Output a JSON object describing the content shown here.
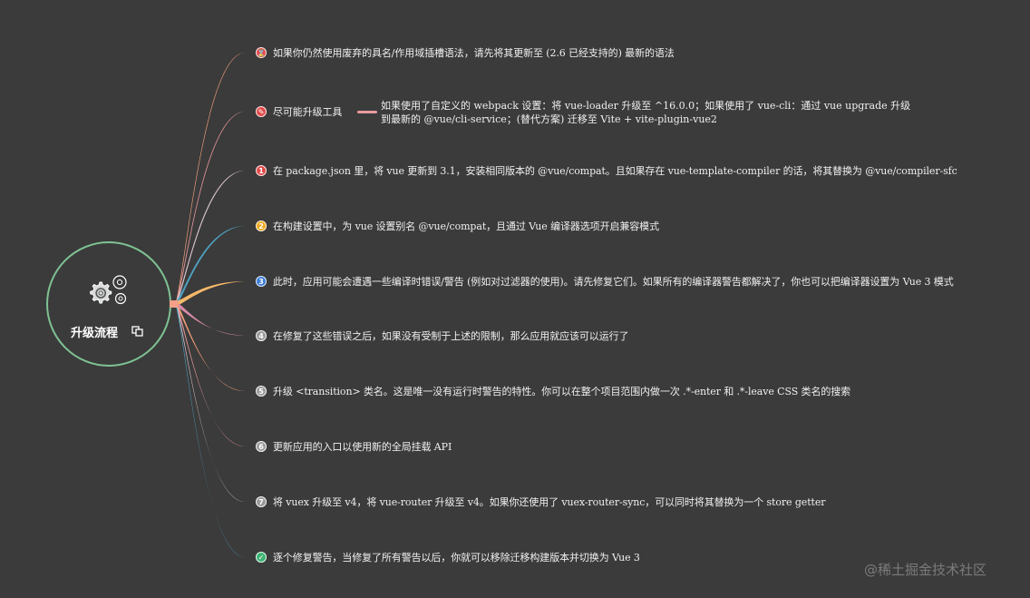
{
  "mindmap": {
    "root": {
      "title": "升级流程",
      "icon": "gears-icon",
      "link_icon": "link-icon",
      "border_color": "#7fc293"
    },
    "branches": [
      {
        "marker": "hourglass",
        "marker_label": "⌛",
        "marker_color": "#e04a4a",
        "branch_color": "#f5a07c",
        "text": "如果你仍然使用废弃的具名/作用域插槽语法，请先将其更新至 (2.6 已经支持的) 最新的语法"
      },
      {
        "marker": "wrench",
        "marker_label": "✎",
        "marker_color": "#e04a4a",
        "branch_color": "#e8979d",
        "text": "尽可能升级工具",
        "child": {
          "connector_color": "#e99aa0",
          "line1": "如果使用了自定义的 webpack 设置：将 vue-loader 升级至 ^16.0.0；如果使用了 vue-cli：通过 vue upgrade 升级",
          "line2": "到最新的 @vue/cli-service；(替代方案) 迁移至 Vite + vite-plugin-vue2"
        }
      },
      {
        "marker": "priority-1",
        "marker_label": "1",
        "marker_color": "#e04a4a",
        "branch_color": "#d9c3cc",
        "text": "在 package.json 里，将 vue 更新到 3.1，安装相同版本的 @vue/compat。且如果存在 vue-template-compiler 的话，将其替换为 @vue/compiler-sfc"
      },
      {
        "marker": "priority-2",
        "marker_label": "2",
        "marker_color": "#f0a820",
        "branch_color": "#4fa3c2",
        "text": "在构建设置中，为 vue 设置别名 @vue/compat，且通过 Vue 编译器选项开启兼容模式"
      },
      {
        "marker": "priority-3",
        "marker_label": "3",
        "marker_color": "#3a7bd5",
        "branch_color": "#f6b86a",
        "text": "此时，应用可能会遭遇一些编译时错误/警告 (例如对过滤器的使用)。请先修复它们。如果所有的编译器警告都解决了，你也可以把编译器设置为 Vue 3 模式"
      },
      {
        "marker": "priority-4",
        "marker_label": "4",
        "marker_color": "#9a9a9a",
        "branch_color": "#d68aa8",
        "text": "在修复了这些错误之后，如果没有受制于上述的限制，那么应用就应该可以运行了"
      },
      {
        "marker": "priority-5",
        "marker_label": "5",
        "marker_color": "#9a9a9a",
        "branch_color": "#f5a07c",
        "text": "升级 <transition> 类名。这是唯一没有运行时警告的特性。你可以在整个项目范围内做一次 .*-enter 和 .*-leave CSS 类名的搜索"
      },
      {
        "marker": "priority-6",
        "marker_label": "6",
        "marker_color": "#9a9a9a",
        "branch_color": "#e8979d",
        "text": "更新应用的入口以使用新的全局挂载 API"
      },
      {
        "marker": "priority-7",
        "marker_label": "7",
        "marker_color": "#9a9a9a",
        "branch_color": "#d9c3cc",
        "text": "将 vuex 升级至 v4，将 vue-router 升级至 v4。如果你还使用了 vuex-router-sync，可以同时将其替换为一个 store getter"
      },
      {
        "marker": "task-done",
        "marker_label": "✓",
        "marker_color": "#3cb371",
        "branch_color": "#4fa3c2",
        "text": "逐个修复警告，当修复了所有警告以后，你就可以移除迁移构建版本并切换为 Vue 3"
      }
    ]
  },
  "watermark": "@稀土掘金技术社区"
}
